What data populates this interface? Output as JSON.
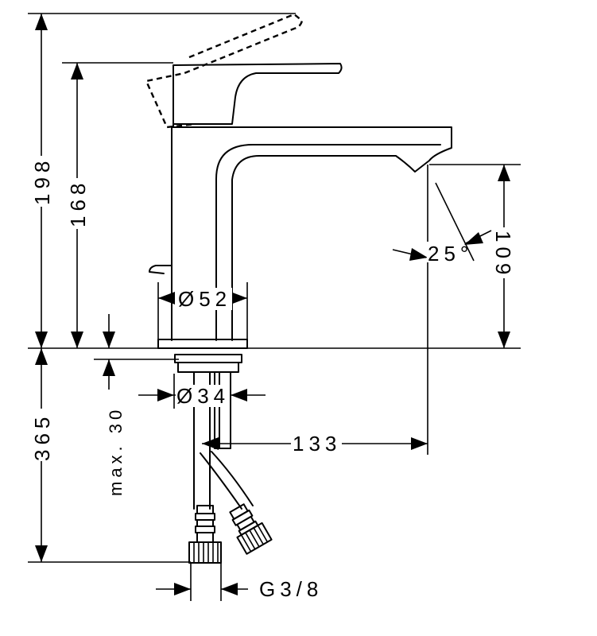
{
  "dimensions": {
    "total_height_label": "198",
    "body_height_label": "168",
    "outlet_height_label": "109",
    "below_deck_label": "365",
    "deck_thickness_label": "max. 30",
    "body_diameter_label": "Ø52",
    "shank_diameter_label": "Ø34",
    "projection_label": "133",
    "spray_angle_label": "25°",
    "connection_thread_label": "G3/8"
  }
}
